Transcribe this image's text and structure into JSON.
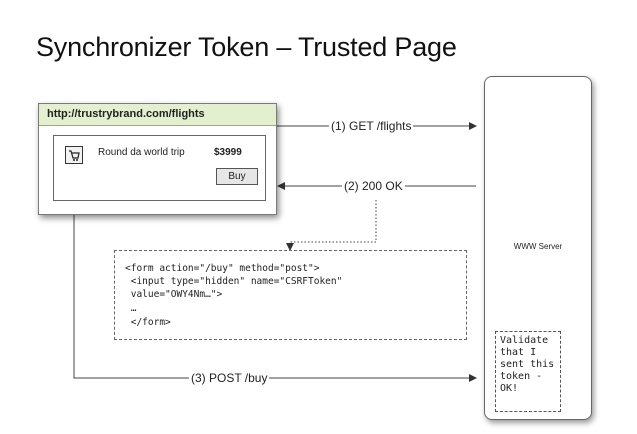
{
  "title": "Synchronizer Token – Trusted Page",
  "browser": {
    "url": "http://trustrybrand.com/flights",
    "product_name": "Round da world trip",
    "price": "$3999",
    "buy_label": "Buy",
    "icon": "cart-icon"
  },
  "server": {
    "label": "WWW Server",
    "validate_text": "Validate\nthat I\nsent this\ntoken -\nOK!"
  },
  "form_code": {
    "lines": [
      "<form action=\"/buy\" method=\"post\">",
      " <input type=\"hidden\" name=\"CSRFToken\"",
      " value=\"OWY4Nm…\">",
      " …",
      " </form>"
    ]
  },
  "edges": {
    "get_label": "(1) GET /flights",
    "ok_label": "(2) 200 OK",
    "post_label": "(3) POST /buy"
  }
}
